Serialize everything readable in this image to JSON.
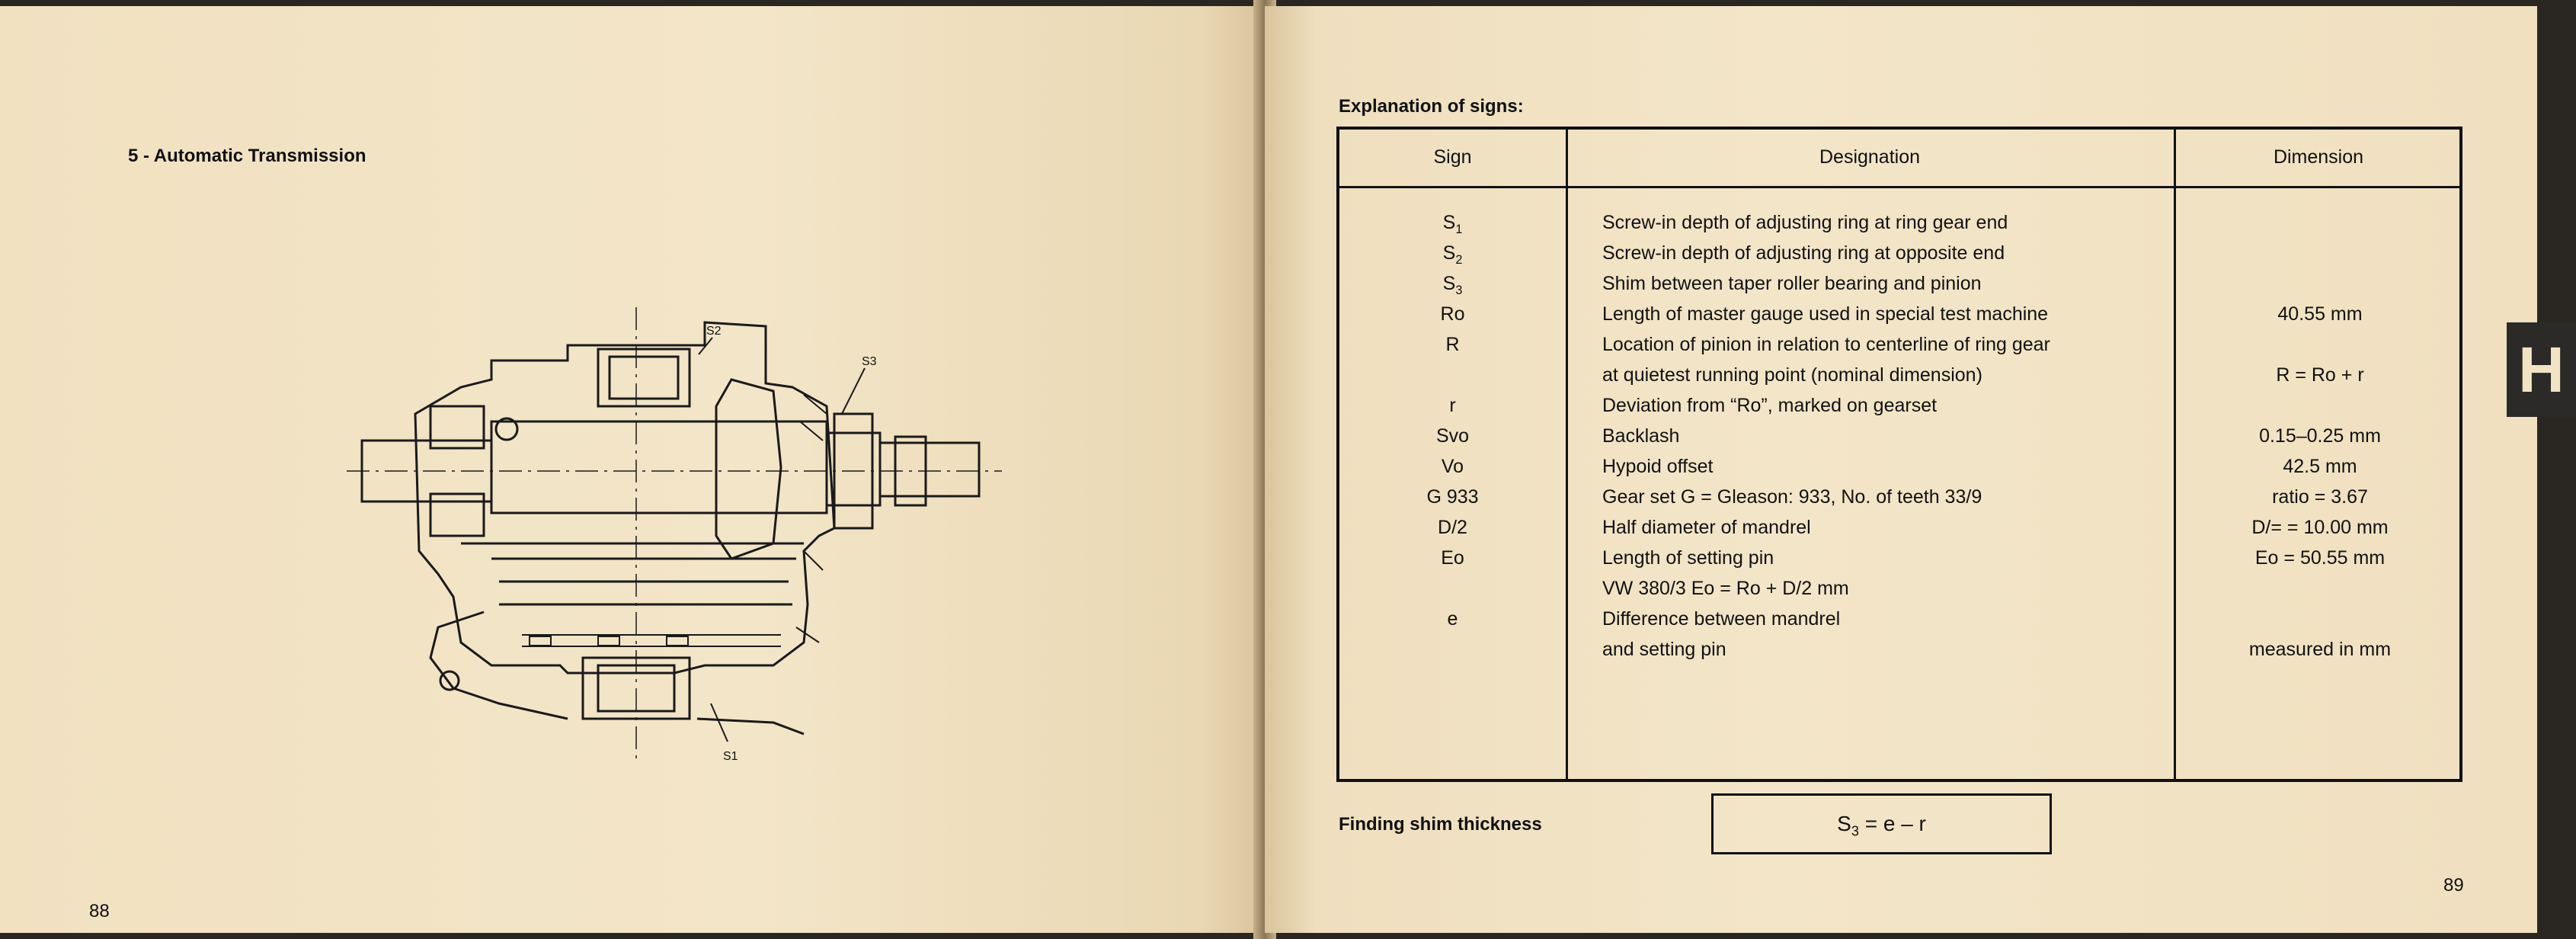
{
  "left_page": {
    "section_title": "5 - Automatic Transmission",
    "page_number": "88",
    "diagram": {
      "labels": {
        "s1": "S1",
        "s2": "S2",
        "s3": "S3"
      }
    }
  },
  "right_page": {
    "heading": "Explanation of signs:",
    "page_number": "89",
    "tab_letter": "H",
    "table": {
      "headers": {
        "sign": "Sign",
        "designation": "Designation",
        "dimension": "Dimension"
      },
      "rows": [
        {
          "sign": "S",
          "sign_sub": "1",
          "designation": "Screw-in depth of adjusting ring at ring gear end",
          "dimension": ""
        },
        {
          "sign": "S",
          "sign_sub": "2",
          "designation": "Screw-in depth of adjusting ring at opposite end",
          "dimension": ""
        },
        {
          "sign": "S",
          "sign_sub": "3",
          "designation": "Shim between taper roller bearing and pinion",
          "dimension": ""
        },
        {
          "sign": "Ro",
          "sign_sub": "",
          "designation": "Length of master gauge used in special test machine",
          "dimension": "40.55 mm"
        },
        {
          "sign": "R",
          "sign_sub": "",
          "designation": "Location of pinion in relation to centerline of ring gear",
          "dimension": ""
        },
        {
          "sign": "",
          "sign_sub": "",
          "designation": "at quietest running point (nominal dimension)",
          "dimension": "R = Ro + r"
        },
        {
          "sign": "r",
          "sign_sub": "",
          "designation": "Deviation from “Ro”, marked on gearset",
          "dimension": ""
        },
        {
          "sign": "Svo",
          "sign_sub": "",
          "designation": "Backlash",
          "dimension": "0.15–0.25 mm"
        },
        {
          "sign": "Vo",
          "sign_sub": "",
          "designation": "Hypoid offset",
          "dimension": "42.5 mm"
        },
        {
          "sign": "G 933",
          "sign_sub": "",
          "designation": "Gear set G = Gleason: 933, No. of teeth 33/9",
          "dimension": "ratio = 3.67"
        },
        {
          "sign": "D/2",
          "sign_sub": "",
          "designation": "Half diameter of mandrel",
          "dimension": "D/= = 10.00 mm"
        },
        {
          "sign": "Eo",
          "sign_sub": "",
          "designation": "Length of setting pin",
          "dimension": "Eo = 50.55 mm"
        },
        {
          "sign": "",
          "sign_sub": "",
          "designation": "VW 380/3 Eo = Ro + D/2 mm",
          "dimension": ""
        },
        {
          "sign": "e",
          "sign_sub": "",
          "designation": "Difference between mandrel",
          "dimension": ""
        },
        {
          "sign": "",
          "sign_sub": "",
          "designation": "and setting pin",
          "dimension": "measured in  mm"
        }
      ]
    },
    "finding_label": "Finding shim thickness",
    "formula": {
      "lhs": "S",
      "lhs_sub": "3",
      "rhs": " = e – r"
    }
  }
}
